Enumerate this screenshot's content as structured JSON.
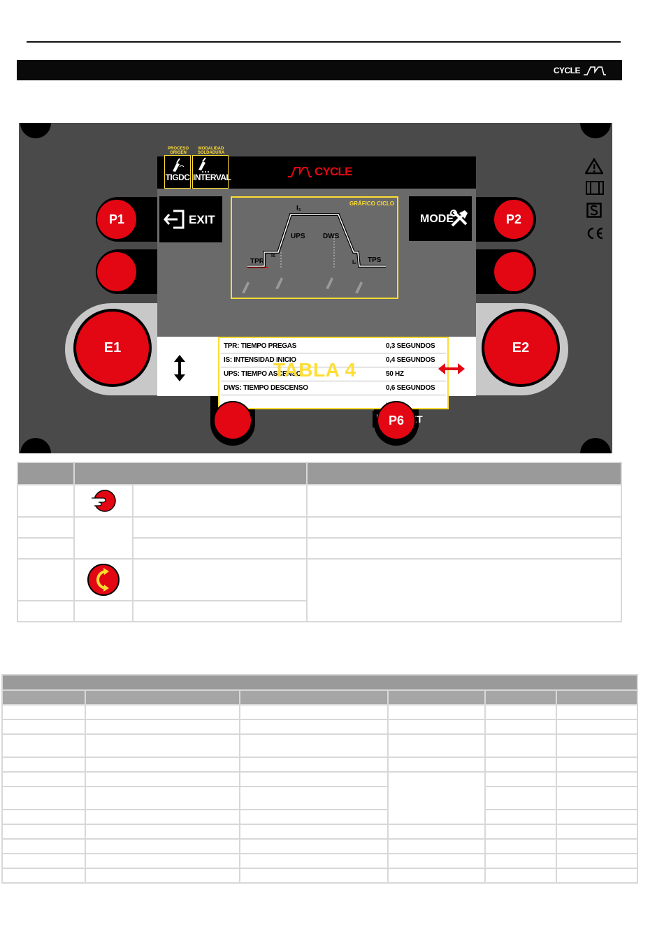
{
  "header": {
    "cycle_label": "CYCLE"
  },
  "panel": {
    "screen_title": "CYCLE",
    "process_origin_label": "PROCESO ORIGEN",
    "welding_mode_label": "MODALIDAD SOLDADURA",
    "tig_dc": "TIGDC",
    "interval": "INTERVAL",
    "exit": "EXIT",
    "mode": "MODE",
    "graph_title": "GRÁFICO CICLO",
    "graph_labels": {
      "i1": "I₁",
      "ups": "UPS",
      "dws": "DWS",
      "tpr": "TPR",
      "is": "Is",
      "i2": "I₂",
      "tps": "TPS"
    },
    "buttons": {
      "p1": "P1",
      "p2": "P2",
      "e1": "E1",
      "e2": "E2",
      "p6": "P6"
    },
    "reset": "RESET",
    "table_overlay": "TABLA 4",
    "params": [
      {
        "label": "TPR: TIEMPO PREGAS",
        "value": "0,3 SEGUNDOS"
      },
      {
        "label": "IS: INTENSIDAD INICIO",
        "value": "0,4 SEGUNDOS"
      },
      {
        "label": "UPS: TIEMPO ASCENSO",
        "value": "50 HZ"
      },
      {
        "label": "DWS: TIEMPO DESCENSO",
        "value": "0,6 SEGUNDOS"
      },
      {
        "label": "...",
        "value": "..."
      }
    ],
    "colors": {
      "yellow": "#ffdd33",
      "red": "#e30613",
      "panel": "#4a4a4a"
    }
  }
}
